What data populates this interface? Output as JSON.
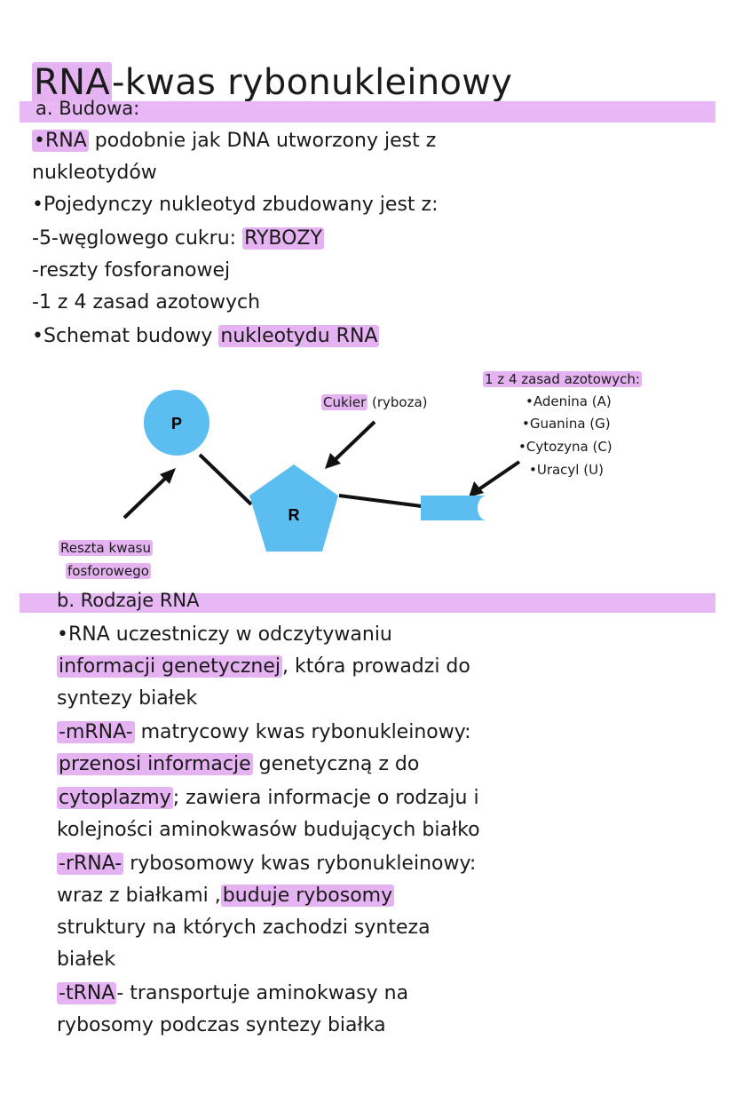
{
  "title": {
    "highlight": "RNA",
    "rest": "-kwas rybonukleinowy"
  },
  "section_a": {
    "heading": "a. Budowa:",
    "lines": [
      {
        "hl": "•RNA",
        "rest": " podobnie jak DNA utworzony jest z"
      },
      {
        "hl": "",
        "rest": "nukleotydów"
      },
      {
        "hl": "",
        "rest": "•Pojedynczy nukleotyd zbudowany jest z:"
      },
      {
        "hl": "",
        "rest": "-5-węglowego cukru: ",
        "hl2": "RYBOZY"
      },
      {
        "hl": "",
        "rest": "-reszty fosforanowej"
      },
      {
        "hl": "",
        "rest": "-1 z 4 zasad azotowych"
      },
      {
        "hl": "",
        "rest": "•Schemat budowy ",
        "hl2": "nukleotydu RNA"
      }
    ]
  },
  "diagram": {
    "phosphate_label": "P",
    "ribose_label": "R",
    "sugar_caption_hl": "Cukier",
    "sugar_caption_rest": " (ryboza)",
    "phosphate_caption": [
      "Reszta kwasu",
      "fosforowego"
    ],
    "bases_caption": "1 z 4 zasad azotowych:",
    "bases": [
      "•Adenina (A)",
      "•Guanina (G)",
      "•Cytozyna (C)",
      "•Uracyl (U)"
    ],
    "shape_color": "#5bbdf0",
    "highlight_color": "#e6b3f2"
  },
  "section_b": {
    "heading": "b. Rodzaje RNA",
    "l1": "•RNA uczestniczy w odczytywaniu",
    "l2_hl": "informacji genetycznej",
    "l2_rest": ", która prowadzi do",
    "l3": "syntezy białek",
    "l4_hl": "-mRNA-",
    "l4_rest": " matrycowy kwas rybonukleinowy:",
    "l5_hl": "przenosi informacje",
    "l5_rest": " genetyczną z  do",
    "l6_hl": "cytoplazmy",
    "l6_rest": "; zawiera informacje o rodzaju i",
    "l7": "kolejności aminokwasów budujących białko",
    "l8_hl": "-rRNA-",
    "l8_rest": " rybosomowy kwas rybonukleinowy:",
    "l9_pre": "wraz z białkami ,",
    "l9_hl": "buduje rybosomy",
    "l10": "struktury na których zachodzi synteza",
    "l11": "białek",
    "l12_hl": "-tRNA",
    "l12_rest": "- transportuje aminokwasy na",
    "l13": "rybosomy podczas syntezy białka"
  }
}
